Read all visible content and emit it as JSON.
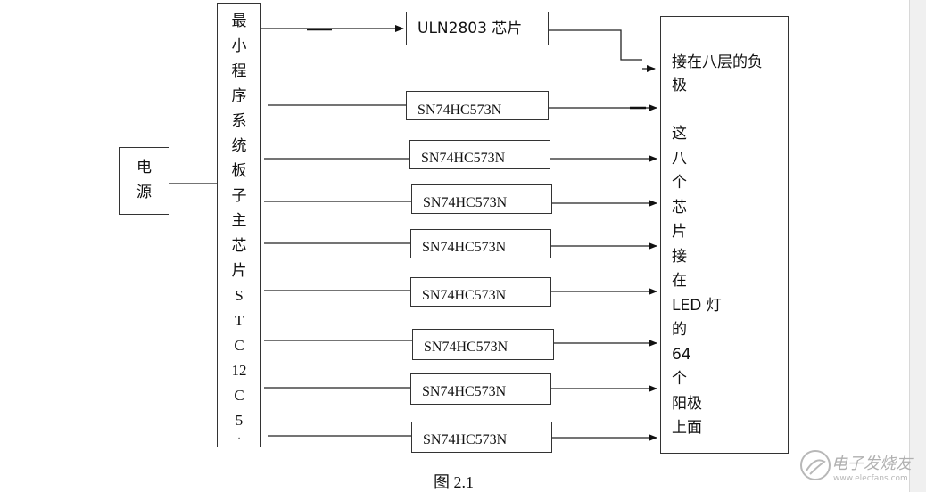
{
  "power": {
    "chars": [
      "电",
      "源"
    ]
  },
  "mcu": {
    "chars": [
      "最",
      "小",
      "程",
      "序",
      "系",
      "统",
      "板",
      "子",
      "主",
      "芯",
      "片",
      "S",
      "T",
      "C",
      "12",
      "C",
      "5",
      "·"
    ]
  },
  "uln": {
    "label": "ULN2803 芯片"
  },
  "chips": [
    "SN74HC573N",
    "SN74HC573N",
    "SN74HC573N",
    "SN74HC573N",
    "SN74HC573N",
    "SN74HC573N",
    "SN74HC573N",
    "SN74HC573N"
  ],
  "target_top": {
    "line1": "接在八层的负",
    "line2": "极"
  },
  "target_bottom": {
    "chars": [
      "这",
      "八",
      "个",
      "芯",
      "片",
      "接",
      "在",
      "LED 灯",
      "的",
      "64",
      "个",
      "阳极",
      "上面"
    ]
  },
  "caption": "图 2.1",
  "watermark": {
    "text": "电子发烧友",
    "url": "www.elecfans.com"
  }
}
